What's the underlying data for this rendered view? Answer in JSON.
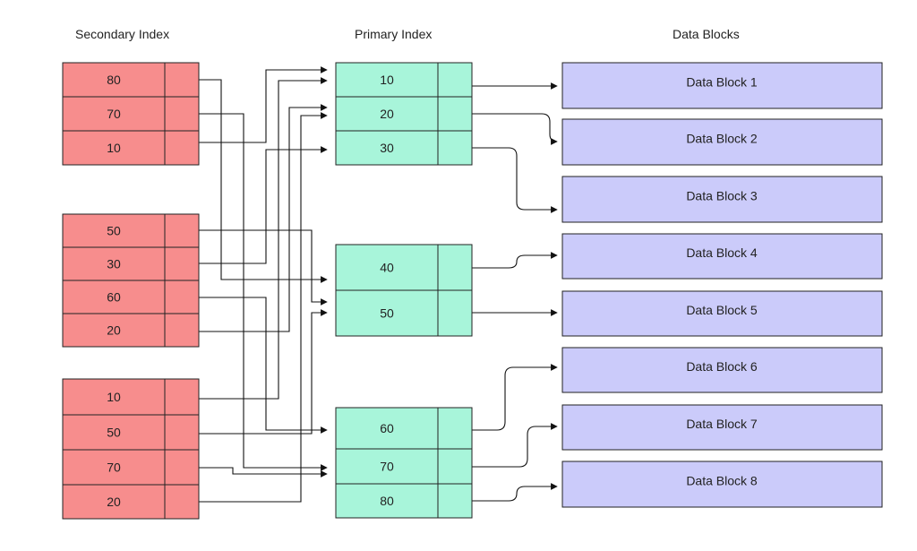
{
  "headers": {
    "secondary": "Secondary Index",
    "primary": "Primary Index",
    "blocks": "Data Blocks"
  },
  "colors": {
    "secondary_fill": "#f78d8d",
    "primary_fill": "#a8f5da",
    "block_fill": "#cbcbfa",
    "stroke": "#222222"
  },
  "secondary_groups": [
    {
      "keys": [
        "80",
        "70",
        "10"
      ]
    },
    {
      "keys": [
        "50",
        "30",
        "60",
        "20"
      ]
    },
    {
      "keys": [
        "10",
        "50",
        "70",
        "20"
      ]
    }
  ],
  "primary_groups": [
    {
      "keys": [
        "10",
        "20",
        "30"
      ]
    },
    {
      "keys": [
        "40",
        "50"
      ]
    },
    {
      "keys": [
        "60",
        "70",
        "80"
      ]
    }
  ],
  "data_blocks": [
    "Data Block 1",
    "Data Block 2",
    "Data Block 3",
    "Data Block 4",
    "Data Block 5",
    "Data Block 6",
    "Data Block 7",
    "Data Block 8"
  ]
}
